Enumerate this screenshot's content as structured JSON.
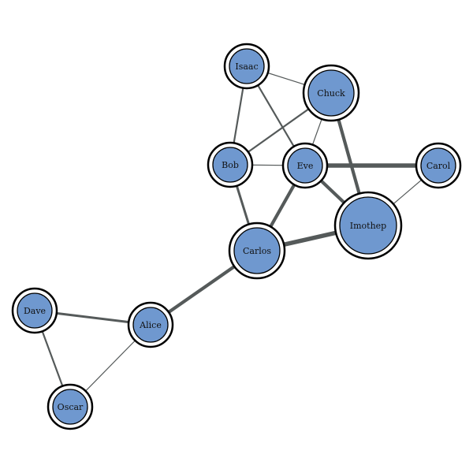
{
  "graph": {
    "nodes": [
      {
        "id": "isaac",
        "label": "Isaac",
        "weight": 1
      },
      {
        "id": "chuck",
        "label": "Chuck",
        "weight": 2
      },
      {
        "id": "bob",
        "label": "Bob",
        "weight": 1
      },
      {
        "id": "eve",
        "label": "Eve",
        "weight": 1
      },
      {
        "id": "carol",
        "label": "Carol",
        "weight": 1
      },
      {
        "id": "imothep",
        "label": "Imothep",
        "weight": 3
      },
      {
        "id": "carlos",
        "label": "Carlos",
        "weight": 2
      },
      {
        "id": "dave",
        "label": "Dave",
        "weight": 1
      },
      {
        "id": "alice",
        "label": "Alice",
        "weight": 1
      },
      {
        "id": "oscar",
        "label": "Oscar",
        "weight": 1
      }
    ],
    "edges": [
      {
        "source": "isaac",
        "target": "chuck",
        "weight": 1
      },
      {
        "source": "isaac",
        "target": "bob",
        "weight": 2
      },
      {
        "source": "isaac",
        "target": "eve",
        "weight": 2
      },
      {
        "source": "chuck",
        "target": "bob",
        "weight": 2
      },
      {
        "source": "chuck",
        "target": "eve",
        "weight": 1
      },
      {
        "source": "chuck",
        "target": "imothep",
        "weight": 4
      },
      {
        "source": "bob",
        "target": "eve",
        "weight": 1
      },
      {
        "source": "bob",
        "target": "carlos",
        "weight": 3
      },
      {
        "source": "eve",
        "target": "carol",
        "weight": 5
      },
      {
        "source": "eve",
        "target": "imothep",
        "weight": 4
      },
      {
        "source": "eve",
        "target": "carlos",
        "weight": 4
      },
      {
        "source": "carol",
        "target": "imothep",
        "weight": 1
      },
      {
        "source": "carlos",
        "target": "imothep",
        "weight": 5
      },
      {
        "source": "carlos",
        "target": "alice",
        "weight": 4
      },
      {
        "source": "dave",
        "target": "alice",
        "weight": 3
      },
      {
        "source": "dave",
        "target": "oscar",
        "weight": 2
      },
      {
        "source": "alice",
        "target": "oscar",
        "weight": 1
      }
    ]
  },
  "colors": {
    "node_fill": "#6f98cf",
    "node_ring": "#ffffff",
    "node_stroke": "#000000",
    "edge": "#555a5a",
    "background": "#ffffff"
  }
}
